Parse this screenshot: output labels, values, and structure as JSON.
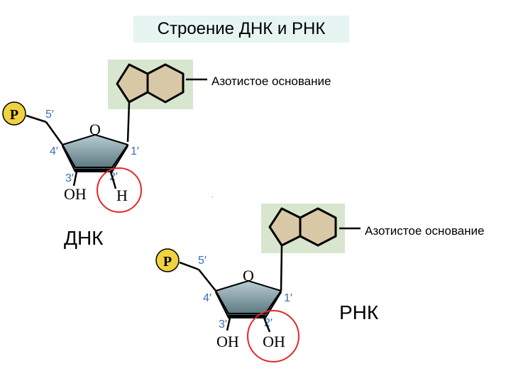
{
  "title": "Строение ДНК и РНК",
  "dna": {
    "label": "ДНК",
    "base_label": "Азотистое основание",
    "phosphate": "P",
    "ring_oxygen": "O",
    "carbon_5": "5′",
    "carbon_4": "4′",
    "carbon_3": "3′",
    "carbon_2": "2′",
    "carbon_1": "1′",
    "group_3": "OH",
    "group_2": "H"
  },
  "rna": {
    "label": "РНК",
    "base_label": "Азотистое основание",
    "phosphate": "P",
    "ring_oxygen": "O",
    "carbon_5": "5′",
    "carbon_4": "4′",
    "carbon_3": "3′",
    "carbon_2": "2′",
    "carbon_1": "1′",
    "group_3": "OH",
    "group_2": "OH"
  },
  "colors": {
    "base_panel": "#d8e6cf",
    "base_ring_fill": "#d9c8a6",
    "phosphate_fill": "#f1d23f",
    "sugar_fill": "#7f9ca3",
    "highlight_circle": "#e8262b",
    "label_3_4": "#3a6eb4",
    "title_background": "#e6f5f2"
  }
}
